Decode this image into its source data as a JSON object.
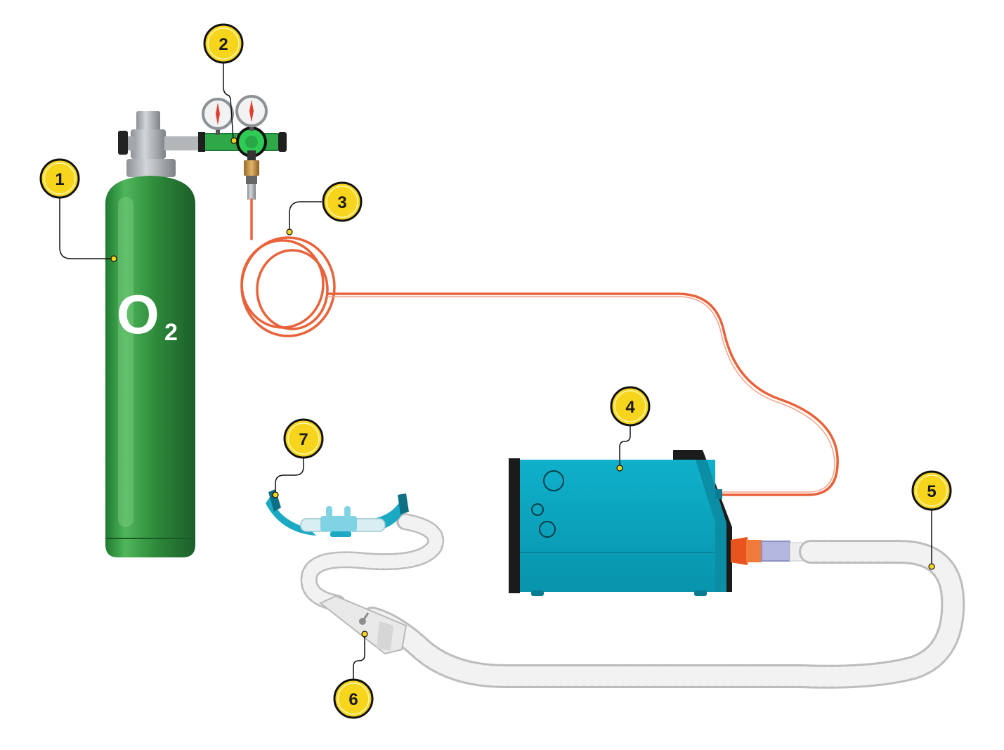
{
  "cylinder": {
    "label_main": "O",
    "label_sub": "2"
  },
  "callouts": [
    {
      "id": "cylinder",
      "number": "1"
    },
    {
      "id": "regulator",
      "number": "2"
    },
    {
      "id": "oxygen-tubing",
      "number": "3"
    },
    {
      "id": "device",
      "number": "4"
    },
    {
      "id": "breathing-circuit",
      "number": "5"
    },
    {
      "id": "circuit-connector",
      "number": "6"
    },
    {
      "id": "nasal-interface",
      "number": "7"
    }
  ],
  "colors": {
    "cylinder_green": "#2e8b3a",
    "regulator_green": "#2fa84a",
    "tubing_orange": "#e8623a",
    "device_teal": "#0aa3bf",
    "badge_yellow": "#f7d51d",
    "hose_white": "#e6e6e6"
  }
}
